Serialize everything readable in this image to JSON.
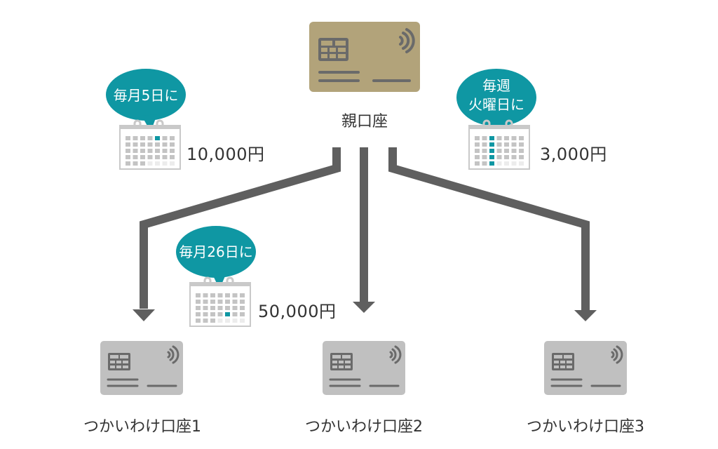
{
  "colors": {
    "parent_card": "#b2a37a",
    "child_card": "#c0c0c0",
    "card_detail": "#6a6a6a",
    "arrow": "#5f5f5f",
    "bubble": "#0f97a3",
    "calendar_frame": "#c9c9c9",
    "calendar_cell": "#c4c4c4",
    "calendar_cell_light": "#ececec",
    "calendar_highlight": "#0f97a3"
  },
  "parent_account": {
    "label": "親口座",
    "icon": "credit-card-icon"
  },
  "transfers": [
    {
      "schedule": "毎月5日に",
      "amount": "10,000円",
      "calendar_highlight": "single-day",
      "target": "つかいわけ口座1"
    },
    {
      "schedule": "毎月26日に",
      "amount": "50,000円",
      "calendar_highlight": "single-day",
      "target": "つかいわけ口座2"
    },
    {
      "schedule_line1": "毎週",
      "schedule_line2": "火曜日に",
      "amount": "3,000円",
      "calendar_highlight": "weekly-column",
      "target": "つかいわけ口座3"
    }
  ],
  "child_accounts": [
    {
      "label": "つかいわけ口座1",
      "icon": "credit-card-icon"
    },
    {
      "label": "つかいわけ口座2",
      "icon": "credit-card-icon"
    },
    {
      "label": "つかいわけ口座3",
      "icon": "credit-card-icon"
    }
  ]
}
